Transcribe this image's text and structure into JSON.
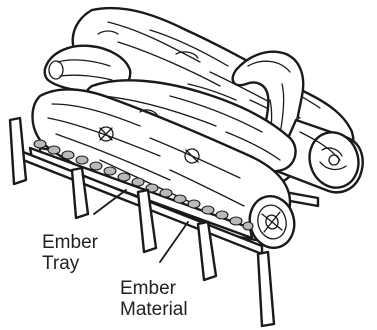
{
  "labels": {
    "ember_tray": [
      "Ember",
      "Tray"
    ],
    "ember_material": [
      "Ember",
      "Material"
    ]
  },
  "colors": {
    "line": "#1a1a1a",
    "fill": "#ffffff",
    "ember": "#b9b9b9"
  }
}
